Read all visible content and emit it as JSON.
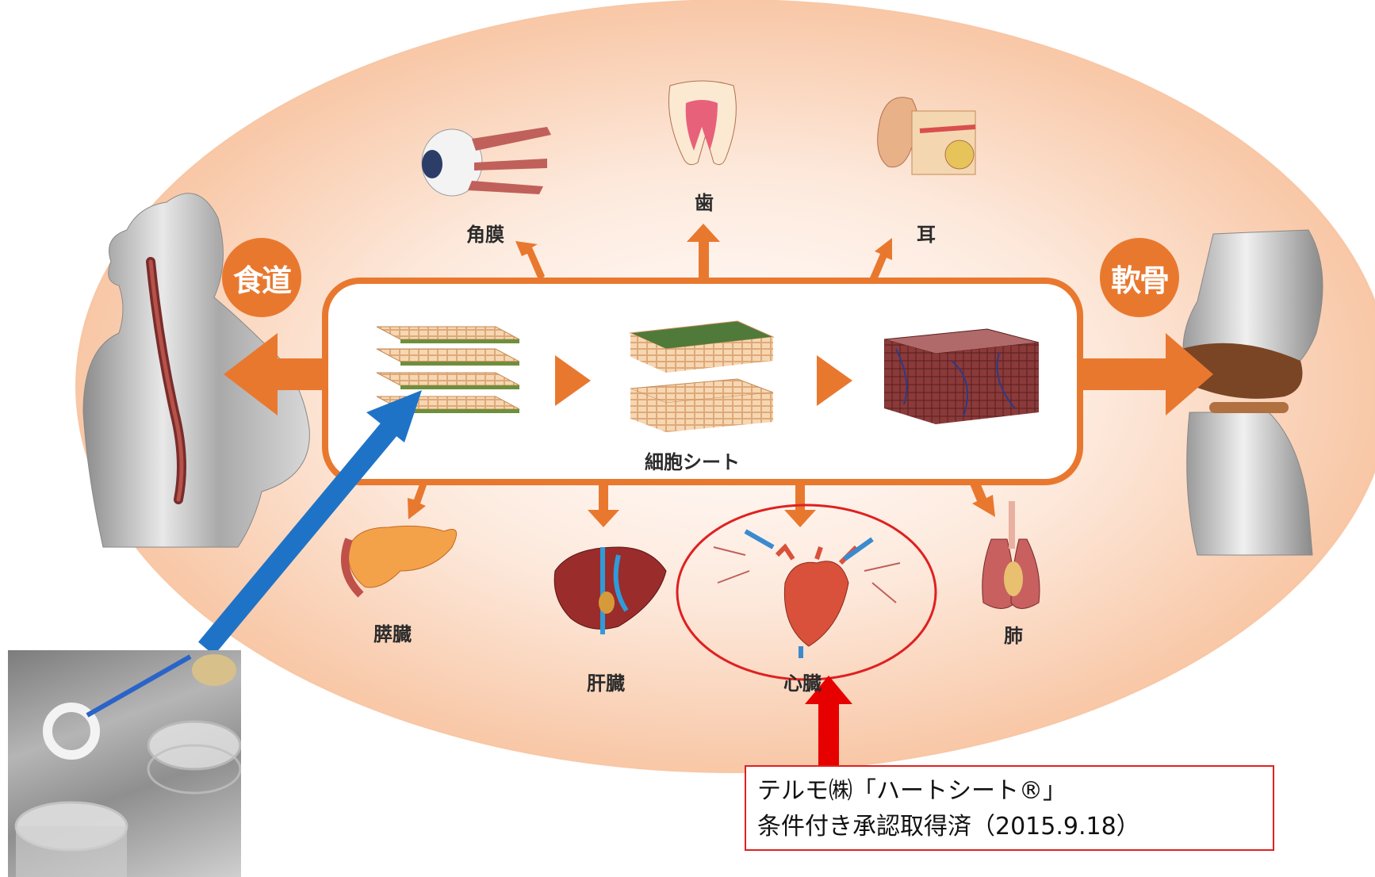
{
  "badges": {
    "esophagus": "食道",
    "cartilage": "軟骨"
  },
  "organs": {
    "cornea": "角膜",
    "tooth": "歯",
    "ear": "耳",
    "pancreas": "膵臓",
    "liver": "肝臓",
    "heart": "心臓",
    "lung": "肺"
  },
  "center_label": "細胞シート",
  "note": {
    "line1": "テルモ㈱「ハートシート®」",
    "line2": "条件付き承認取得済（2015.9.18）"
  },
  "colors": {
    "accent": "#e9782f",
    "highlight": "#e02020",
    "pointer": "#1f73c7"
  }
}
